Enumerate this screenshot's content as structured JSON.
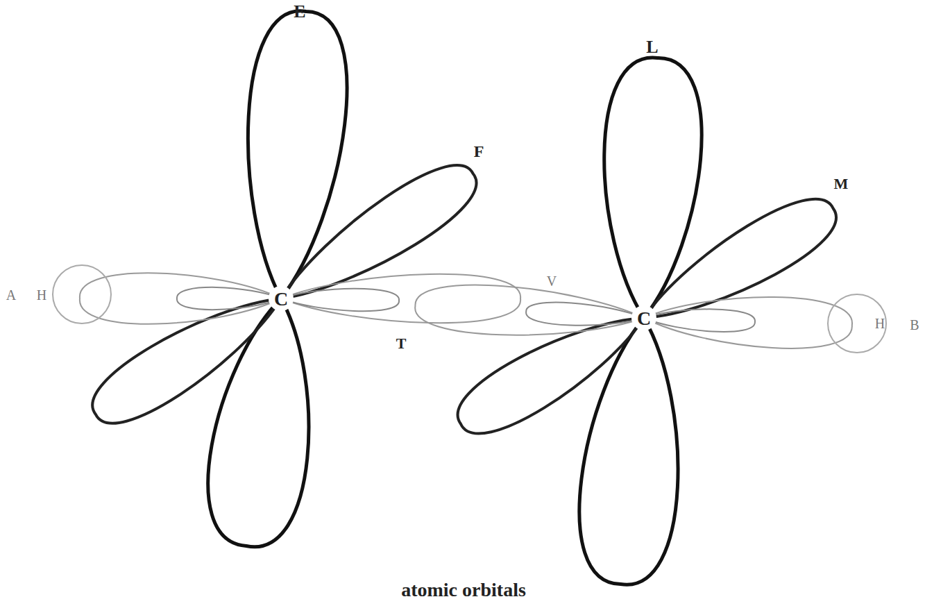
{
  "diagram": {
    "caption": "atomic orbitals",
    "labels": [
      "E",
      "F",
      "L",
      "M",
      "A",
      "H",
      "V",
      "T",
      "H",
      "B",
      "C",
      "C"
    ]
  }
}
